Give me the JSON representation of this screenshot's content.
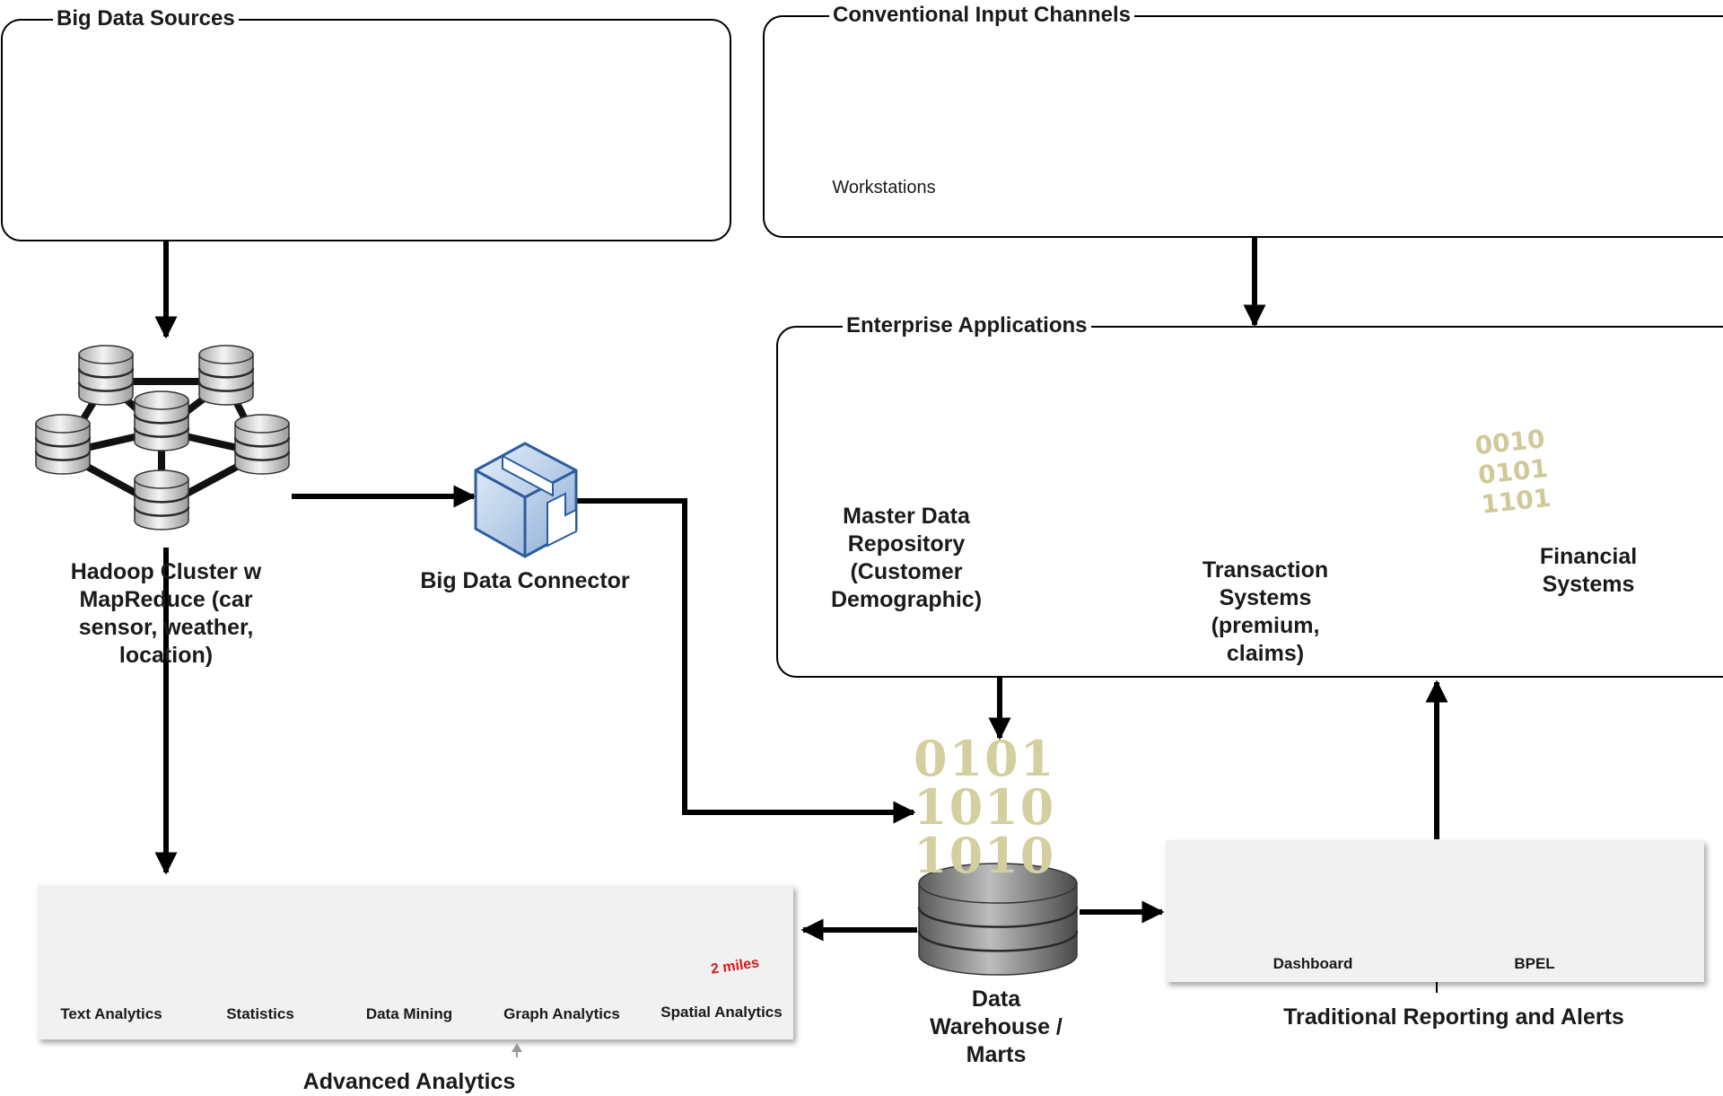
{
  "colors": {
    "line": "#000000",
    "panel_bg": "#f1f1f1",
    "binary_text": "#d4cf9e",
    "db_gray": "#7a7a7a",
    "db_green": "#6e8a74",
    "db_blue": "#7d8fa3",
    "db_brown": "#8c7c7c",
    "bpel_blue": "#2a3bd6",
    "bpel_orange": "#e29a12",
    "spatial_red": "#d61a1a"
  },
  "groups": {
    "big_data_sources": {
      "title": "Big Data Sources",
      "icons": [
        "rain-cloud-icon",
        "city-map-icon",
        "car-icon"
      ]
    },
    "conventional_input": {
      "title": "Conventional Input Channels",
      "workstations_label": "Workstations",
      "icons": [
        "workstations-icon",
        "pos-terminal-icon",
        "card-reader-icon",
        "smartphones-icon",
        "documents-icon"
      ]
    },
    "enterprise_apps": {
      "title": "Enterprise Applications",
      "master_data": "Master Data\nRepository\n(Customer\nDemographic)",
      "transaction": "Transaction\nSystems\n(premium,\nclaims)",
      "financial": "Financial\nSystems",
      "financial_binary": [
        "0010",
        "0101",
        "1101"
      ]
    }
  },
  "nodes": {
    "hadoop": "Hadoop Cluster w\nMapReduce (car\nsensor, weather,\nlocation)",
    "connector": "Big Data Connector",
    "warehouse": "Data\nWarehouse /\nMarts",
    "warehouse_binary": [
      "0101",
      "1010",
      "1010"
    ]
  },
  "advanced_analytics": {
    "title": "Advanced Analytics",
    "tiles": [
      "Text  Analytics",
      "Statistics",
      "Data Mining",
      "Graph Analytics",
      "Spatial Analytics"
    ],
    "spatial_badge": "2 miles"
  },
  "reporting": {
    "title": "Traditional Reporting and Alerts",
    "items": [
      "Dashboard",
      "BPEL"
    ]
  }
}
